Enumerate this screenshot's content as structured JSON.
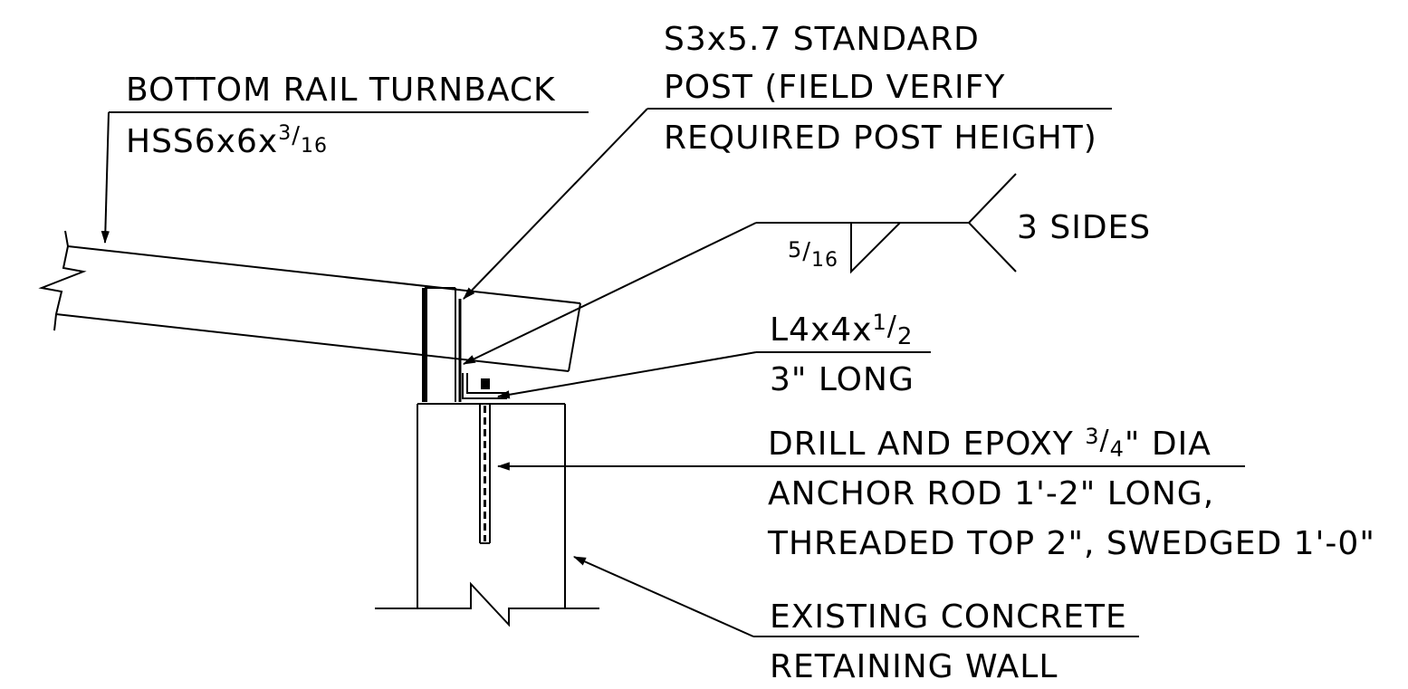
{
  "labels": {
    "bottom_rail": {
      "line1": "BOTTOM RAIL TURNBACK",
      "line2_prefix": "HSS6x6x",
      "line2_frac_num": "3",
      "line2_frac_den": "16"
    },
    "post": {
      "line1": "S3x5.7 STANDARD",
      "line2": "POST (FIELD VERIFY",
      "line3": "REQUIRED POST HEIGHT)"
    },
    "weld": {
      "size_num": "5",
      "size_den": "16",
      "note": "3 SIDES"
    },
    "angle": {
      "line1_prefix": "L4x4x",
      "line1_frac_num": "1",
      "line1_frac_den": "2",
      "line2": "3\" LONG"
    },
    "anchor": {
      "line1_prefix": "DRILL AND EPOXY ",
      "line1_frac_num": "3",
      "line1_frac_den": "4",
      "line1_suffix": "\" DIA",
      "line2": "ANCHOR ROD 1'-2\" LONG,",
      "line3": "THREADED TOP 2\", SWEDGED 1'-0\""
    },
    "wall": {
      "line1": "EXISTING CONCRETE",
      "line2": "RETAINING WALL"
    }
  }
}
